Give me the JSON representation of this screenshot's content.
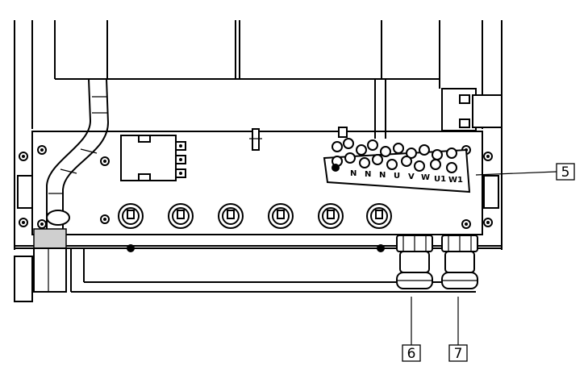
{
  "callouts": [
    {
      "label": "5",
      "target": "terminal-block"
    },
    {
      "label": "6",
      "target": "cable-gland-left"
    },
    {
      "label": "7",
      "target": "cable-gland-right"
    }
  ],
  "terminal_labels": [
    "N",
    "N",
    "N",
    "U",
    "V",
    "W",
    "U1",
    "W1"
  ],
  "colors": {
    "line": "#000000",
    "background": "#ffffff",
    "shade": "#cfcfcf"
  }
}
